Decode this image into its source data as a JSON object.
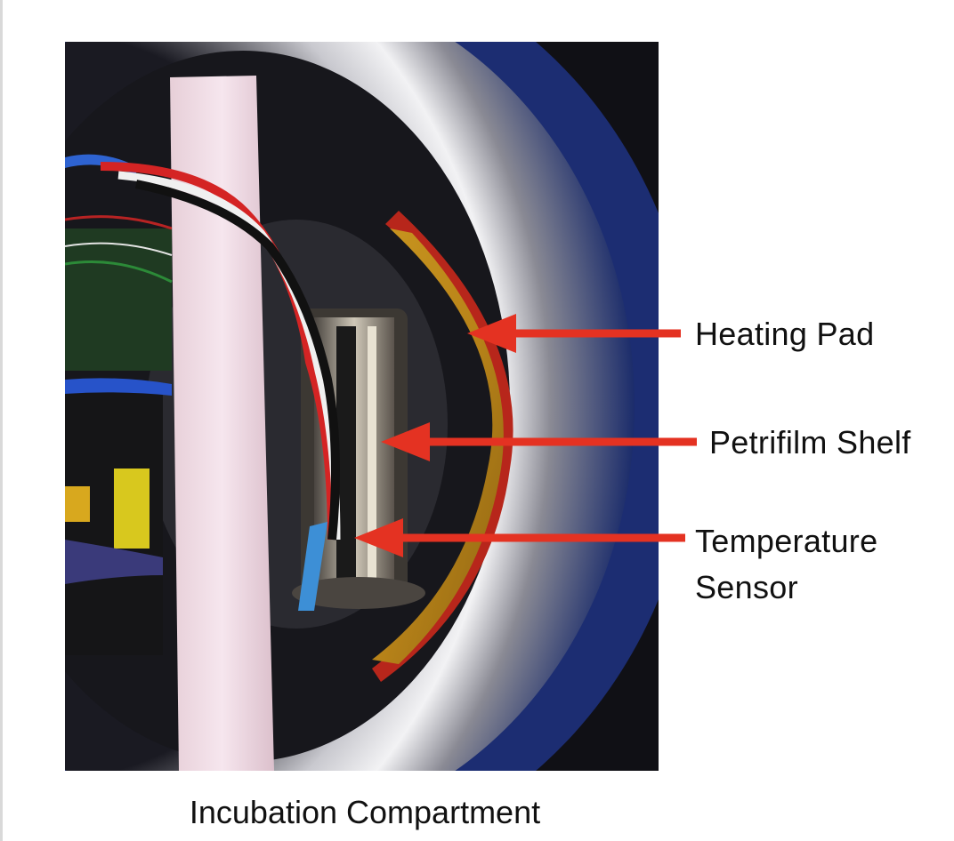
{
  "figure": {
    "caption": "Incubation Compartment",
    "photo_description_icon": "incubation-compartment-photo",
    "arrow_color": "#e43222",
    "labels": [
      {
        "id": "heating-pad",
        "text": "Heating Pad"
      },
      {
        "id": "petrifilm-shelf",
        "text": "Petrifilm Shelf"
      },
      {
        "id": "temperature-sensor",
        "text": "Temperature\nSensor"
      }
    ]
  }
}
